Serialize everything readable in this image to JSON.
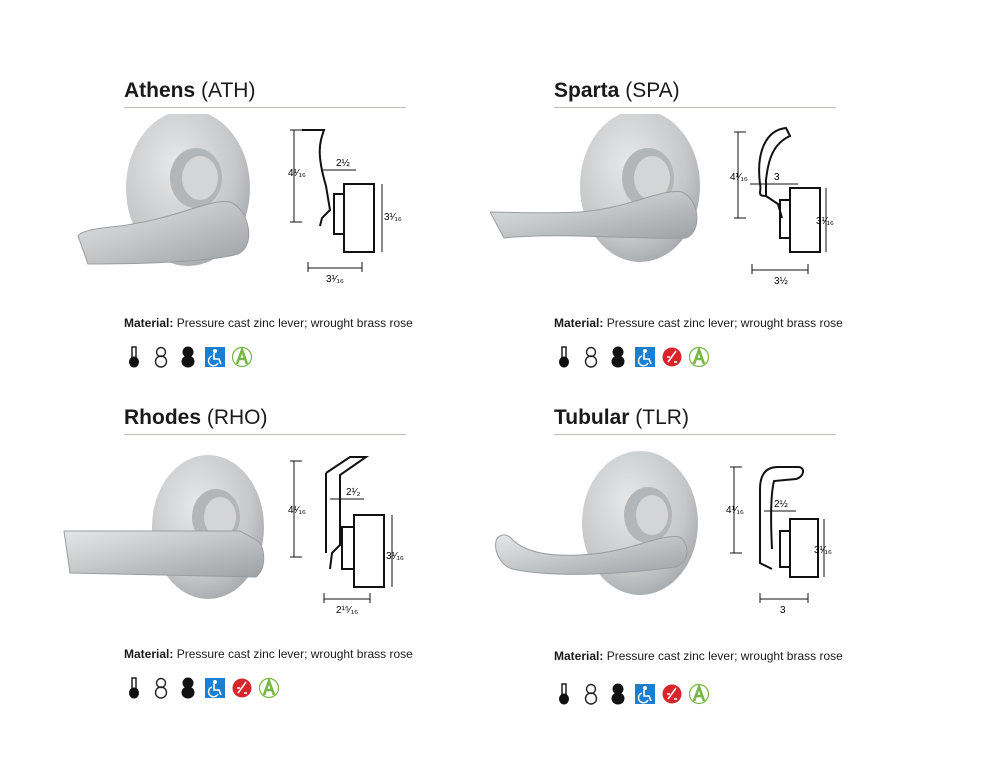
{
  "products": [
    {
      "name": "Athens",
      "code": "(ATH)",
      "dims": {
        "height": "4¹⁄₁₆",
        "projection": "2½",
        "rose": "3¹⁄₁₆",
        "depth": "3¹⁄₁₆"
      },
      "material_label": "Material:",
      "material_text": "Pressure cast zinc lever; wrought brass rose",
      "icons": [
        "thermometer-lever-icon",
        "outline-keyhole-icon",
        "solid-keyhole-icon",
        "accessibility-icon",
        "green-a-icon"
      ]
    },
    {
      "name": "Sparta",
      "code": "(SPA)",
      "dims": {
        "height": "4¹⁄₁₆",
        "projection": "3",
        "rose": "3¹⁄₁₆",
        "depth": "3½"
      },
      "material_label": "Material:",
      "material_text": "Pressure cast zinc lever; wrought brass rose",
      "icons": [
        "thermometer-lever-icon",
        "outline-keyhole-icon",
        "solid-keyhole-icon",
        "accessibility-icon",
        "fire-rated-icon",
        "green-a-icon"
      ]
    },
    {
      "name": "Rhodes",
      "code": "(RHO)",
      "dims": {
        "height": "4¹⁄₁₆",
        "projection": "2¹⁄₂",
        "rose": "3¹⁄₁₆",
        "depth": "2¹⁵⁄₁₆"
      },
      "material_label": "Material:",
      "material_text": "Pressure cast zinc lever; wrought brass rose",
      "icons": [
        "thermometer-lever-icon",
        "outline-keyhole-icon",
        "solid-keyhole-icon",
        "accessibility-icon",
        "fire-rated-icon",
        "green-a-icon"
      ]
    },
    {
      "name": "Tubular",
      "code": "(TLR)",
      "dims": {
        "height": "4¹⁄₁₆",
        "projection": "2½",
        "rose": "3¹⁄₁₆",
        "depth": "3"
      },
      "material_label": "Material:",
      "material_text": "Pressure cast zinc lever; wrought brass rose",
      "icons": [
        "thermometer-lever-icon",
        "outline-keyhole-icon",
        "solid-keyhole-icon",
        "accessibility-icon",
        "fire-rated-icon",
        "green-a-icon"
      ]
    }
  ],
  "colors": {
    "accessibility": "#1b7fd1",
    "fire": "#d6262b",
    "green": "#74b843",
    "metal": "#c4c6c8",
    "rule": "#bdbfb0"
  }
}
